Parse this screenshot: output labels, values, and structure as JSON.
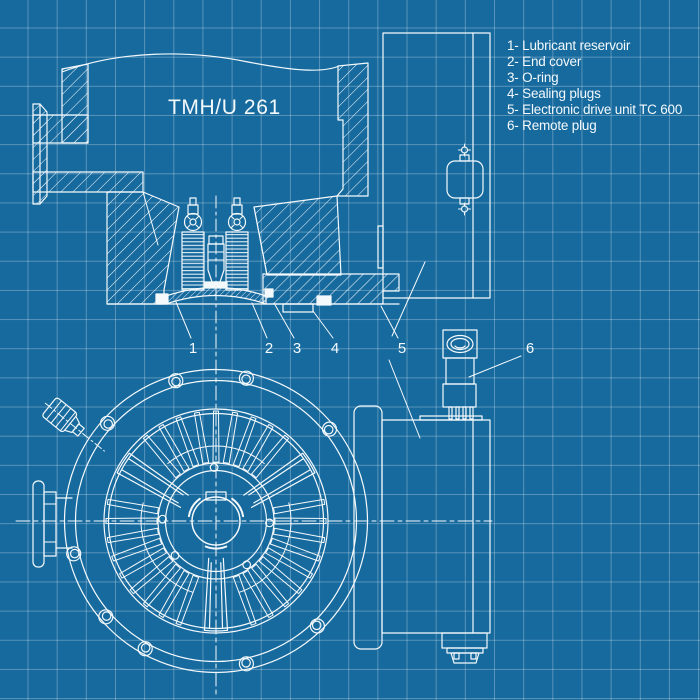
{
  "title": "TMH/U 261",
  "legend": {
    "items": [
      "1- Lubricant reservoir",
      "2- End cover",
      "3- O-ring",
      "4- Sealing plugs",
      "5- Electronic drive unit TC 600",
      "6- Remote plug"
    ]
  },
  "part_markers": [
    "1",
    "2",
    "3",
    "4",
    "5",
    "6"
  ],
  "colors": {
    "background": "#176a9e",
    "grid": "rgba(255,255,255,0.28)",
    "line": "#f4f9fc"
  }
}
